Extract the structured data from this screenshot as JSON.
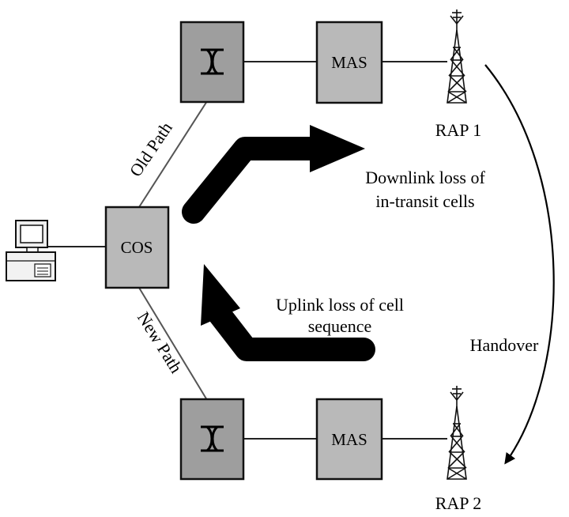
{
  "diagram": {
    "nodes": {
      "cos": "COS",
      "mas_top": "MAS",
      "mas_bottom": "MAS",
      "rap1": "RAP 1",
      "rap2": "RAP 2"
    },
    "paths": {
      "old": "Old Path",
      "new": "New Path"
    },
    "annotations": {
      "downlink_line1": "Downlink loss of",
      "downlink_line2": "in-transit cells",
      "uplink_line1": "Uplink loss of cell",
      "uplink_line2": "sequence",
      "handover": "Handover"
    },
    "colors": {
      "box_fill": "#b9b9b9",
      "switch_fill": "#9e9e9e",
      "stroke": "#111111",
      "arrow": "#000000"
    },
    "icons": [
      "computer-terminal-icon",
      "atm-switch-icon",
      "antenna-tower-icon"
    ]
  }
}
